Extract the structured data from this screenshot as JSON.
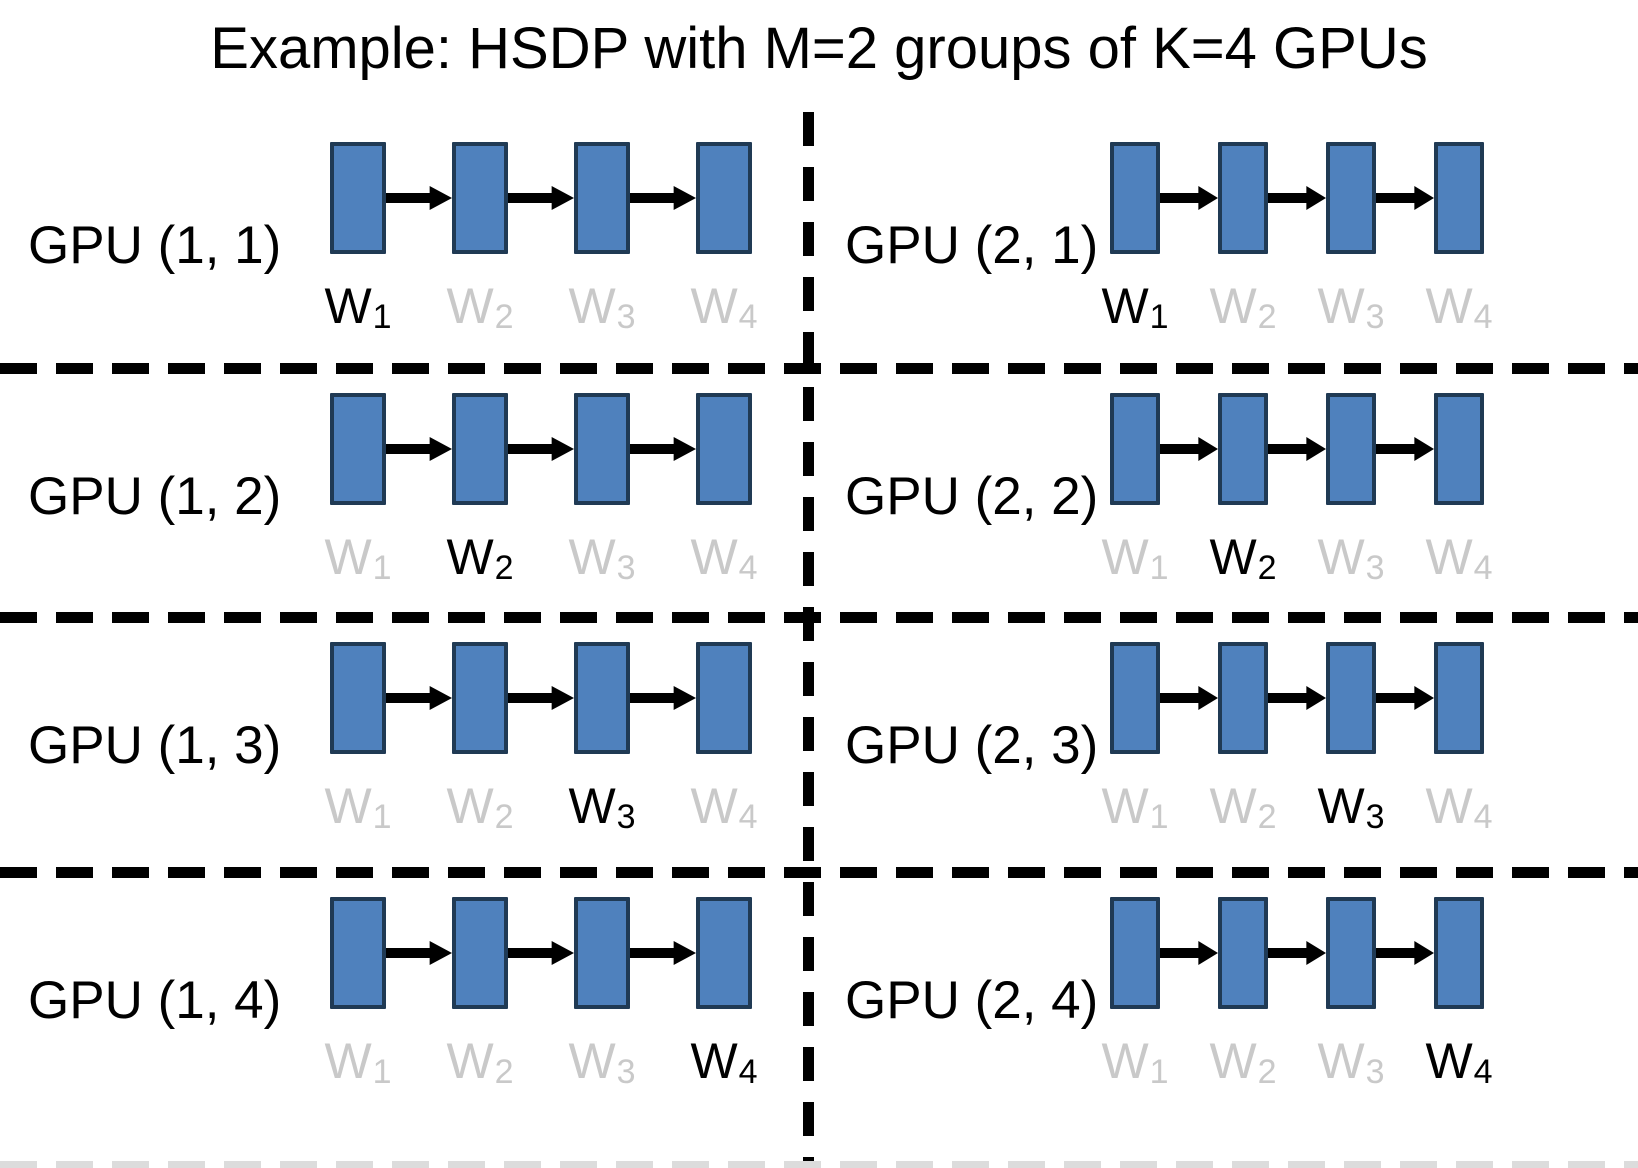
{
  "title": "Example: HSDP with M=2 groups of K=4 GPUs",
  "colors": {
    "block_fill": "#4f81bd",
    "block_border": "#203a54",
    "owned_label": "#000000",
    "unowned_label": "#c9c9c9",
    "divider": "#000000",
    "bottom_edge": "#dcdcdc",
    "arrow": "#000000"
  },
  "panels": [
    {
      "gpu_label": "GPU (1, 1)",
      "shards": [
        {
          "label": "W",
          "subscript": "1",
          "owned": true
        },
        {
          "label": "W",
          "subscript": "2",
          "owned": false
        },
        {
          "label": "W",
          "subscript": "3",
          "owned": false
        },
        {
          "label": "W",
          "subscript": "4",
          "owned": false
        }
      ]
    },
    {
      "gpu_label": "GPU (2, 1)",
      "shards": [
        {
          "label": "W",
          "subscript": "1",
          "owned": true
        },
        {
          "label": "W",
          "subscript": "2",
          "owned": false
        },
        {
          "label": "W",
          "subscript": "3",
          "owned": false
        },
        {
          "label": "W",
          "subscript": "4",
          "owned": false
        }
      ]
    },
    {
      "gpu_label": "GPU (1, 2)",
      "shards": [
        {
          "label": "W",
          "subscript": "1",
          "owned": false
        },
        {
          "label": "W",
          "subscript": "2",
          "owned": true
        },
        {
          "label": "W",
          "subscript": "3",
          "owned": false
        },
        {
          "label": "W",
          "subscript": "4",
          "owned": false
        }
      ]
    },
    {
      "gpu_label": "GPU (2, 2)",
      "shards": [
        {
          "label": "W",
          "subscript": "1",
          "owned": false
        },
        {
          "label": "W",
          "subscript": "2",
          "owned": true
        },
        {
          "label": "W",
          "subscript": "3",
          "owned": false
        },
        {
          "label": "W",
          "subscript": "4",
          "owned": false
        }
      ]
    },
    {
      "gpu_label": "GPU (1, 3)",
      "shards": [
        {
          "label": "W",
          "subscript": "1",
          "owned": false
        },
        {
          "label": "W",
          "subscript": "2",
          "owned": false
        },
        {
          "label": "W",
          "subscript": "3",
          "owned": true
        },
        {
          "label": "W",
          "subscript": "4",
          "owned": false
        }
      ]
    },
    {
      "gpu_label": "GPU (2, 3)",
      "shards": [
        {
          "label": "W",
          "subscript": "1",
          "owned": false
        },
        {
          "label": "W",
          "subscript": "2",
          "owned": false
        },
        {
          "label": "W",
          "subscript": "3",
          "owned": true
        },
        {
          "label": "W",
          "subscript": "4",
          "owned": false
        }
      ]
    },
    {
      "gpu_label": "GPU (1, 4)",
      "shards": [
        {
          "label": "W",
          "subscript": "1",
          "owned": false
        },
        {
          "label": "W",
          "subscript": "2",
          "owned": false
        },
        {
          "label": "W",
          "subscript": "3",
          "owned": false
        },
        {
          "label": "W",
          "subscript": "4",
          "owned": true
        }
      ]
    },
    {
      "gpu_label": "GPU (2, 4)",
      "shards": [
        {
          "label": "W",
          "subscript": "1",
          "owned": false
        },
        {
          "label": "W",
          "subscript": "2",
          "owned": false
        },
        {
          "label": "W",
          "subscript": "3",
          "owned": false
        },
        {
          "label": "W",
          "subscript": "4",
          "owned": true
        }
      ]
    }
  ]
}
